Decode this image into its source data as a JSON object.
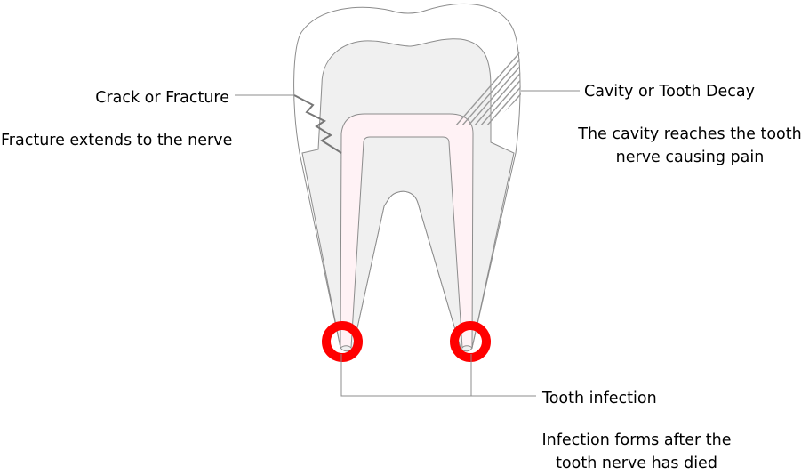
{
  "annotations": {
    "crack": {
      "label": "Crack or Fracture",
      "description": "Fracture extends to the nerve"
    },
    "cavity": {
      "label": "Cavity or Tooth Decay",
      "description_line1": "The cavity reaches the tooth",
      "description_line2": "nerve causing pain"
    },
    "infection": {
      "label": "Tooth infection",
      "description_line1": "Infection forms after the",
      "description_line2": "tooth nerve has died"
    }
  },
  "colors": {
    "enamel_fill": "#ffffff",
    "dentin_fill": "#f0f0f0",
    "pulp_fill": "#fff2f5",
    "outline": "#8c8c8c",
    "infection": "#ff0000",
    "hatching": "#9a9a9a"
  }
}
